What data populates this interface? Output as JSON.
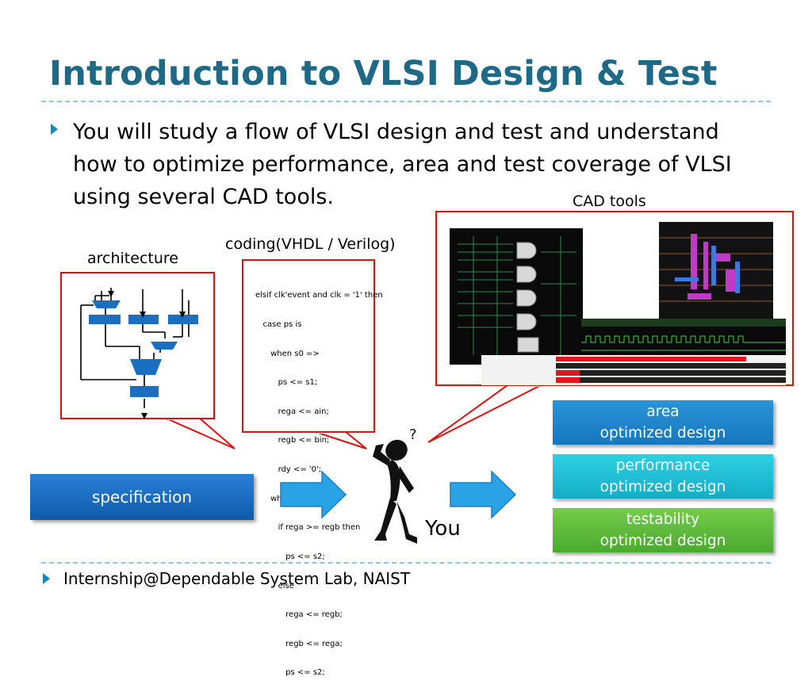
{
  "slide": {
    "title": "Introduction to VLSI Design & Test",
    "bullet": "You will study a flow of VLSI design and test and understand\nhow to optimize performance, area and test coverage of VLSI\nusing several CAD tools.",
    "footer": "Internship@Dependable System Lab, NAIST"
  },
  "labels": {
    "architecture": "architecture",
    "coding": "coding(VHDL / Verilog)",
    "cad_tools": "CAD tools",
    "you": "You",
    "question_mark": "?"
  },
  "code_lines": [
    "elsif clk'event and clk = '1' then",
    "   case ps is",
    "      when s0 =>",
    "         ps <= s1;",
    "         rega <= ain;",
    "         regb <= bin;",
    "         rdy <= '0';",
    "      when s1 =>",
    "         if rega >= regb then",
    "            ps <= s2;",
    "         else",
    "            rega <= regb;",
    "            regb <= rega;",
    "            ps <= s2;"
  ],
  "flow": {
    "specification": "specification",
    "results": [
      {
        "label": "area\noptimized design",
        "color": "#1b86c8"
      },
      {
        "label": "performance\noptimized design",
        "color": "#1fbcd2"
      },
      {
        "label": "testability\noptimized design",
        "color": "#5cb93a"
      }
    ]
  },
  "colors": {
    "title": "#1e6a86",
    "callout_border": "#e01010",
    "arrow": "#2aa3e6",
    "block": "#1a6fc0"
  }
}
